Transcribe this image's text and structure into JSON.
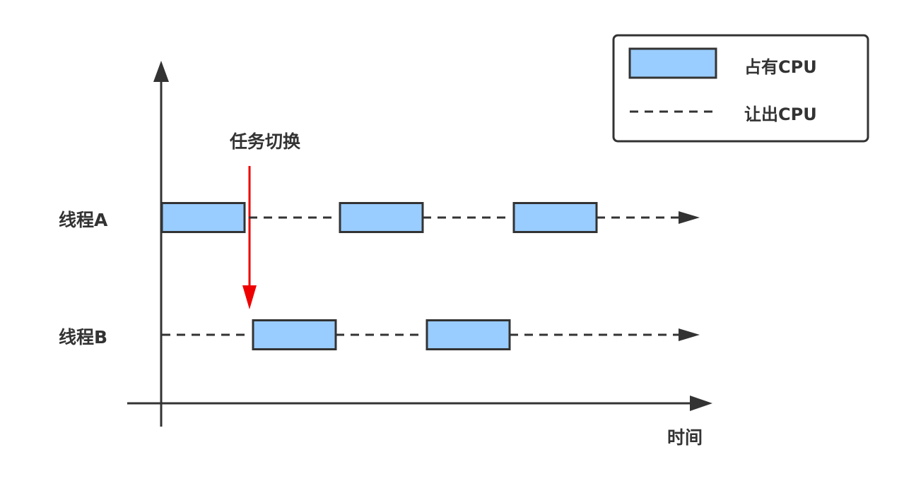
{
  "legend": {
    "occupy_label": "占有CPU",
    "yield_label": "让出CPU"
  },
  "axis": {
    "x_label": "时间"
  },
  "annotation": {
    "switch_label": "任务切换"
  },
  "threads": [
    {
      "label": "线程A",
      "cpu_slots": [
        [
          0,
          1
        ],
        [
          2,
          3
        ],
        [
          4,
          5
        ]
      ]
    },
    {
      "label": "线程B",
      "cpu_slots": [
        [
          1,
          2
        ],
        [
          3,
          4
        ]
      ]
    }
  ],
  "timeline_end": 6.2,
  "switch_at": 1,
  "colors": {
    "cpu_block": "#99ccff",
    "stroke": "#333333",
    "switch_arrow": "#ee0000",
    "text": "#333333"
  }
}
